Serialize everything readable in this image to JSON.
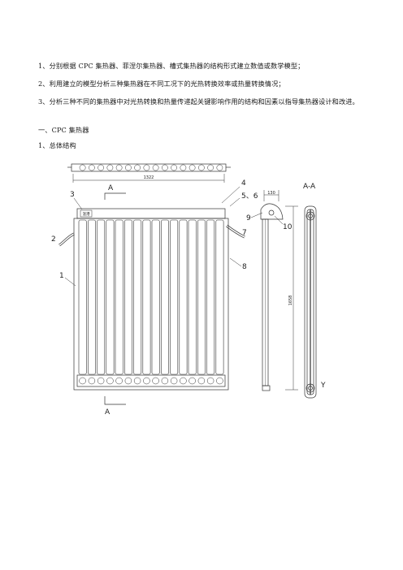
{
  "text": {
    "p1": "1、分别根据 CPC 集热器、菲涅尔集热器、槽式集热器的结构形式建立数值或数学模型；",
    "p2": "2、利用建立的模型分析三种集热器在不同工况下的光热转换效率或热量转换情况；",
    "p3": "3、分析三种不同的集热器中对光热转换和热量传递起关键影响作用的结构和因素以指导集热器设计和改进。",
    "section": "一、CPC 集热器",
    "subsection": "1、总体结构"
  },
  "drawing": {
    "callouts": [
      "1",
      "2",
      "3",
      "4",
      "5、6",
      "7",
      "8",
      "9",
      "10"
    ],
    "section_markers": [
      "A",
      "A"
    ],
    "section_view_label": "A-A",
    "dimension_top": "1322",
    "dimension_side": "1658",
    "dimension_small": "130",
    "collector_plate": "温港",
    "y_marker": "Y",
    "tube_count": 16
  }
}
